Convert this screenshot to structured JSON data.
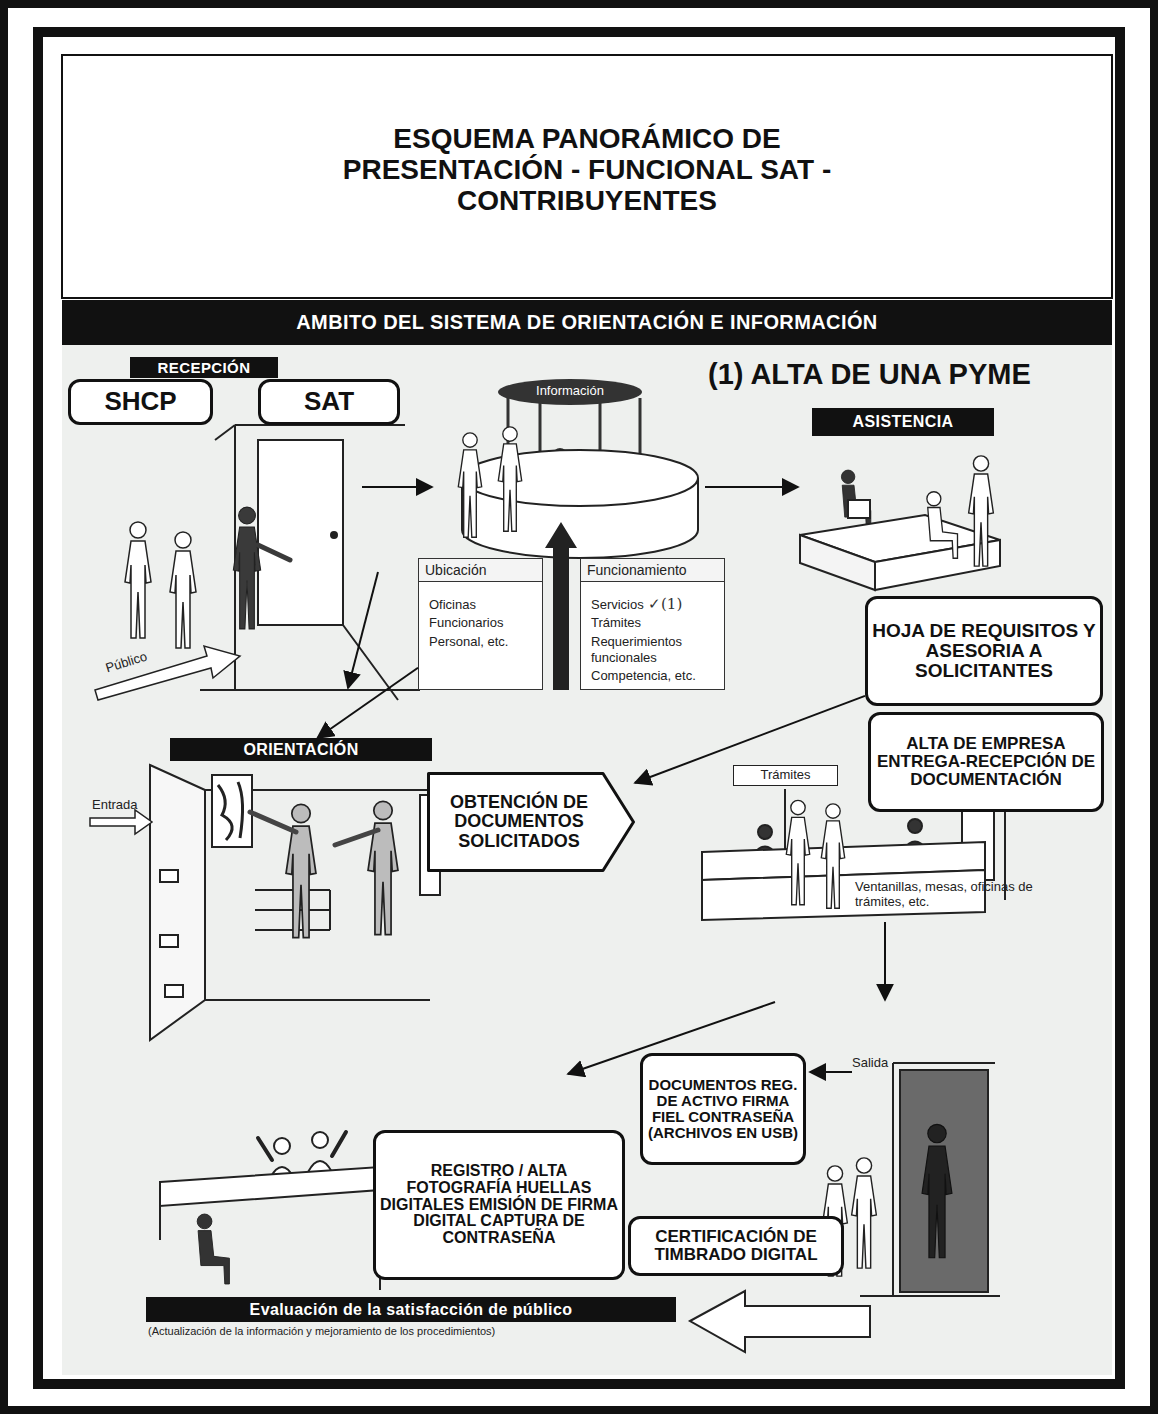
{
  "diagram": {
    "title": "ESQUEMA PANORÁMICO DE PRESENTACIÓN - FUNCIONAL SAT - CONTRIBUYENTES",
    "nodes": [
      {
        "text": [
          "AMBITO DEL SISTEMA DE ORIENTACIÓN E INFORMACIÓN"
        ]
      },
      {
        "text": [
          "RECEPCIÓN"
        ]
      },
      {
        "text": [
          "SHCP"
        ]
      },
      {
        "text": [
          "SAT"
        ]
      },
      {
        "text": [
          "ASISTENCIA"
        ]
      },
      {
        "text": [
          "Ubicación",
          "Oficinas",
          "Funcionarios",
          "Personal, etc."
        ]
      },
      {
        "text": [
          "Funcionamiento",
          "Servicios",
          "Trámites",
          "Requerimientos funcionales",
          "Competencia, etc."
        ]
      },
      {
        "text": [
          "HOJA DE REQUISITOS Y ASESORIA A SOLICITANTES"
        ]
      },
      {
        "text": [
          "ALTA DE EMPRESA ENTREGA-RECEPCIÓN DE DOCUMENTACIÓN"
        ]
      },
      {
        "text": [
          "ORIENTACIÓN"
        ]
      },
      {
        "text": [
          "OBTENCIÓN DE DOCUMENTOS SOLICITADOS"
        ]
      },
      {
        "text": [
          "DOCUMENTOS REG. DE ACTIVO FIRMA FIEL CONTRASEÑA (ARCHIVOS EN USB)"
        ]
      },
      {
        "text": [
          "REGISTRO / ALTA FOTOGRAFÍA HUELLAS DIGITALES EMISIÓN DE FIRMA DIGITAL CAPTURA DE CONTRASEÑA"
        ]
      },
      {
        "text": [
          "CERTIFICACIÓN DE TIMBRADO DIGITAL"
        ]
      },
      {
        "text": [
          "Evaluación de la satisfacción de público"
        ]
      }
    ],
    "edges": [
      {
        "from": 7,
        "to": 10,
        "arrow": "to"
      },
      {
        "from": 5,
        "to": 9,
        "arrow": "to"
      }
    ],
    "labels": [
      "Información",
      "(1) ALTA DE UNA PYME",
      "✓(1)",
      "Público",
      "Entrada",
      "Trámites",
      "Ventanillas, mesas, oficinas de trámites, etc.",
      "Salida",
      "(Actualización de la información y mejoramiento de los procedimientos)"
    ]
  }
}
